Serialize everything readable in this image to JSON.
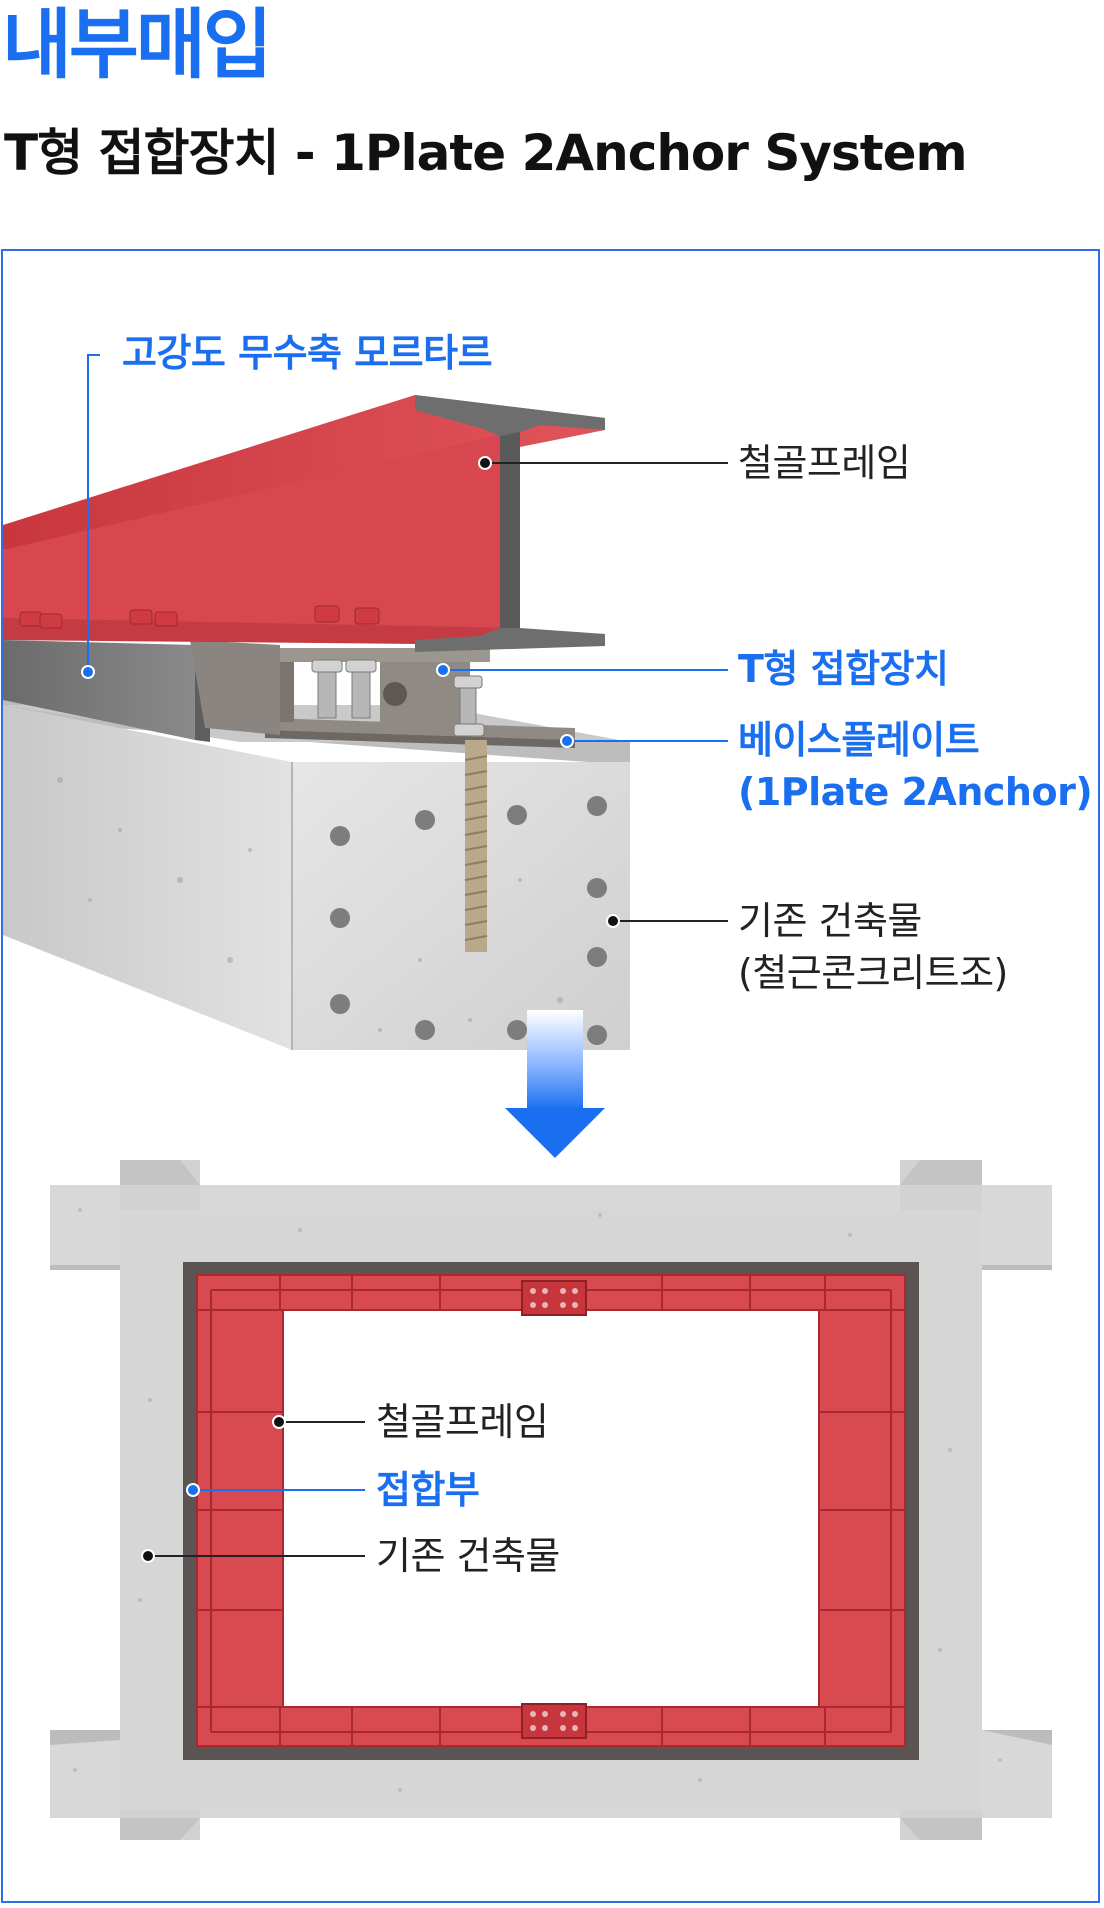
{
  "header": {
    "title": "내부매입",
    "subtitle": "T형 접합장치 - 1Plate 2Anchor System"
  },
  "top_diagram": {
    "labels": {
      "mortar": "고강도 무수축 모르타르",
      "steel_frame": "철골프레임",
      "t_joint": "T형 접합장치",
      "base_plate_line1": "베이스플레이트",
      "base_plate_line2": "(1Plate 2Anchor)",
      "existing_line1": "기존 건축물",
      "existing_line2": "(철근콘크리트조)"
    }
  },
  "bottom_diagram": {
    "labels": {
      "steel_frame": "철골프레임",
      "joint": "접합부",
      "existing": "기존 건축물"
    }
  },
  "colors": {
    "accent_blue": "#1a6ef0",
    "steel_red": "#d9434a",
    "concrete_grey": "#d6d6d6"
  }
}
